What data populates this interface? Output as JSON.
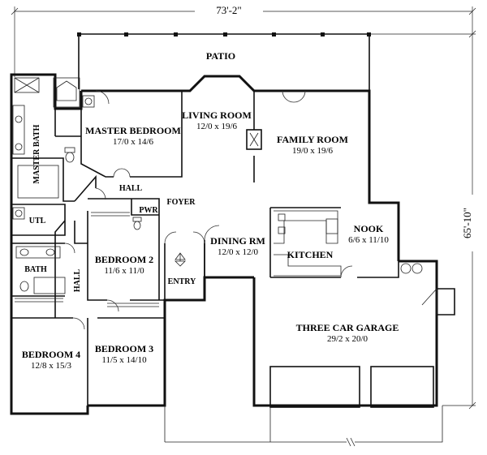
{
  "dimensions": {
    "overall_width": "73'-2\"",
    "overall_depth": "65'-10\""
  },
  "rooms": {
    "patio": {
      "name": "PATIO"
    },
    "living_room": {
      "name": "LIVING ROOM",
      "size": "12/0 x 19/6"
    },
    "family_room": {
      "name": "FAMILY ROOM",
      "size": "19/0 x 19/6"
    },
    "master_bedroom": {
      "name": "MASTER BEDROOM",
      "size": "17/0 x 14/6"
    },
    "master_bath": {
      "name": "MASTER BATH"
    },
    "hall_upper": {
      "name": "HALL"
    },
    "hall_lower": {
      "name": "HALL"
    },
    "foyer": {
      "name": "FOYER"
    },
    "pwr": {
      "name": "PWR"
    },
    "utl": {
      "name": "UTL"
    },
    "bath": {
      "name": "BATH"
    },
    "bedroom2": {
      "name": "BEDROOM 2",
      "size": "11/6 x 11/0"
    },
    "bedroom3": {
      "name": "BEDROOM 3",
      "size": "11/5 x 14/10"
    },
    "bedroom4": {
      "name": "BEDROOM 4",
      "size": "12/8 x 15/3"
    },
    "dining": {
      "name": "DINING RM",
      "size": "12/0 x 12/0"
    },
    "kitchen": {
      "name": "KITCHEN"
    },
    "nook": {
      "name": "NOOK",
      "size": "6/6 x 11/10"
    },
    "entry": {
      "name": "ENTRY"
    },
    "garage": {
      "name": "THREE CAR GARAGE",
      "size": "29/2 x 20/0"
    }
  }
}
